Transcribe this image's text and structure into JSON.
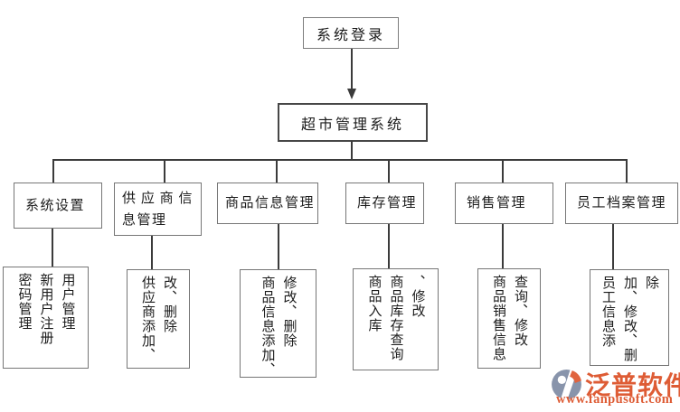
{
  "flow": {
    "login_label": "系统登录",
    "root_label": "超市管理系统"
  },
  "modules": [
    {
      "label": "系统设置",
      "leaf": "密码管理\n新用户注册\n用户管理"
    },
    {
      "label": "供应商信息管理",
      "leaf": "供应商添加、\n改、删除"
    },
    {
      "label": "商品信息管理",
      "leaf": "商品信息添加、\n修改、删除"
    },
    {
      "label": "库存管理",
      "leaf": "商品入库\n商品库存查询\n、修改"
    },
    {
      "label": "销售管理",
      "leaf": "商品销售信息\n查询、修改"
    },
    {
      "label": "员工档案管理",
      "leaf": "员工信息添\n加、修改、删\n除"
    }
  ],
  "watermark": {
    "brand": "泛普软件",
    "url": "www.fanpusoft.com",
    "text_color": "#de5c35",
    "logo_blue": "#8894ab",
    "logo_orange": "#e0643f"
  }
}
